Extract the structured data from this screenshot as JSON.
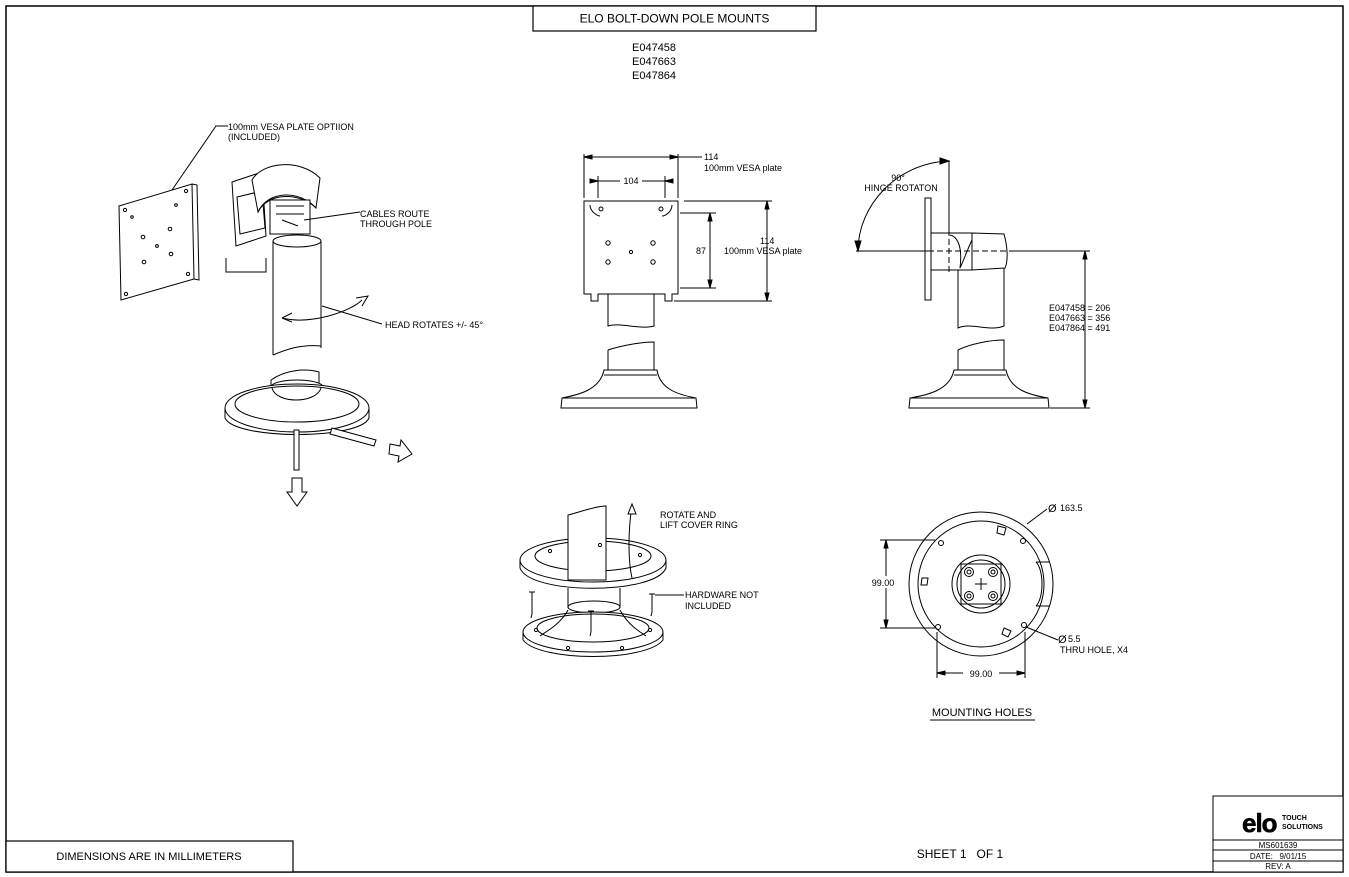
{
  "title": "ELO BOLT-DOWN  POLE MOUNTS",
  "part_numbers": [
    "E047458",
    "E047663",
    "E047864"
  ],
  "iso_view": {
    "vesa_label_1": "100mm VESA PLATE OPTIION",
    "vesa_label_2": "(INCLUDED)",
    "cables_1": "CABLES ROUTE",
    "cables_2": "THROUGH POLE",
    "head_rotates": "HEAD ROTATES +/- 45°"
  },
  "front_view": {
    "dim_114_top": "114",
    "dim_114_top_note": "100mm VESA plate",
    "dim_104": "104",
    "dim_87": "87",
    "dim_114_side": "114",
    "dim_114_side_note": "100mm VESA plate"
  },
  "side_view": {
    "angle": "90°",
    "hinge": "HINGE ROTATON",
    "heights": [
      "E047458 = 206",
      "E047663 = 356",
      "E047864 = 491"
    ]
  },
  "cover_view": {
    "rotate_1": "ROTATE AND",
    "rotate_2": "LIFT COVER RING",
    "hardware_1": "HARDWARE NOT",
    "hardware_2": "INCLUDED"
  },
  "holes_view": {
    "dia": "163.5",
    "dim_v": "99.00",
    "dim_h": "99.00",
    "hole_dia": "5.5",
    "hole_note": "THRU HOLE, X4",
    "caption": "MOUNTING HOLES"
  },
  "footer": {
    "units": "DIMENSIONS ARE IN MILLIMETERS",
    "sheet": "SHEET 1   OF 1",
    "logo_word_1": "TOUCH",
    "logo_word_2": "SOLUTIONS",
    "doc_no": "MS601639",
    "date": "DATE:   9/01/15",
    "rev": "REV: A"
  }
}
